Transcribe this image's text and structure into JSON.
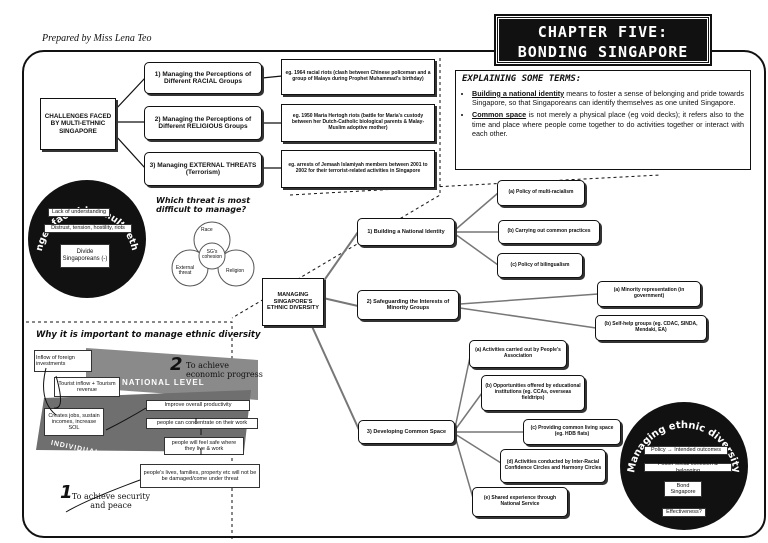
{
  "prepared_by": "Prepared by Miss Lena Teo",
  "title": {
    "line1": "CHAPTER FIVE:",
    "line2": "BONDING SINGAPORE"
  },
  "challenges": {
    "center": "CHALLENGES FACED BY MULTI-ETHNIC SINGAPORE",
    "items": [
      {
        "label": "1) Managing the Perceptions of Different RACIAL Groups",
        "example": "eg. 1964 racial riots (clash between Chinese policeman and a group of Malays during Prophet Muhammad's birthday)"
      },
      {
        "label": "2) Managing the Perceptions of Different RELIGIOUS Groups",
        "example": "eg. 1950 Maria Hertogh riots (battle for Maria's custody between her Dutch-Catholic biological parents & Malay-Muslim adoptive mother)"
      },
      {
        "label": "3) Managing EXTERNAL THREATS (Terrorism)",
        "example": "eg. arrests of Jemaah Islamiyah members between 2001 to 2002 for their terrorist-related activities in Singapore"
      }
    ]
  },
  "terms": {
    "heading": "EXPLAINING SOME TERMS:",
    "items": [
      {
        "term": "Building a national identity",
        "text": " means to foster a sense of belonging and pride towards Singapore, so that Singaporeans can identify themselves as one united Singapore."
      },
      {
        "term": "Common space",
        "text": " is not merely a physical place (eg void decks); it refers also to the time and place where people come together to do activities together or interact with each other."
      }
    ]
  },
  "challenges_circle": {
    "arc": "Challenges faced by multi-ethnic SG",
    "box1": "Lack of understanding",
    "box2": "Distrust, tension, hostility, riots",
    "box3": "Divide Singaporeans (-)"
  },
  "threat_question": "Which threat is most difficult to manage?",
  "threat_venn": {
    "top": "Race",
    "center": "SG's cohesion",
    "left": "External threat",
    "right": "Religion"
  },
  "managing": {
    "center": "MANAGING SINGAPORE'S ETHNIC DIVERSITY",
    "branches": [
      {
        "label": "1) Building a National Identity",
        "children": [
          "(a) Policy of multi-racialism",
          "(b) Carrying out common practices",
          "(c) Policy of bilingualism"
        ]
      },
      {
        "label": "2) Safeguarding the Interests of Minority Groups",
        "children": [
          "(a) Minority representation (in government)",
          "(b) Self-help groups (eg. CDAC, SINDA, Mendaki, EA)"
        ]
      },
      {
        "label": "3) Developing Common Space",
        "children": [
          "(a) Activities carried out by People's Association",
          "(b) Opportunities offered by educational institutions (eg. CCAs, overseas fieldtrips)",
          "(c) Providing common living space (eg. HDB flats)",
          "(d) Activities conducted by Inter-Racial Confidence Circles and Harmony Circles",
          "(e) Shared experience through National Service"
        ]
      }
    ]
  },
  "why": {
    "heading": "Why it is important to manage ethnic diversity",
    "inflow": "Inflow of foreign investments",
    "tourist": "Tourist inflow + Tourism revenue",
    "national": "NATIONAL LEVEL",
    "jobs": "Creates jobs, sustain incomes, increase SOL",
    "num2": "2",
    "goal2": "To achieve economic progress",
    "productivity": "Improve overall productivity",
    "concentrate": "people can concentrate on their work",
    "feelsafe": "people will feel safe where they live & work",
    "individual": "INDIVIDUAL LEVEL",
    "lives": "people's lives, families, property etc will not be be damaged/come under threat",
    "num1": "1",
    "goal1": "To achieve security and peace"
  },
  "managing_circle": {
    "arc": "Managing ethnic diversity",
    "box1": "Policy → Intended outcomes",
    "box2": "Foster social cohesion & belonging",
    "box3": "Bond Singapore",
    "box4": "Effectiveness?"
  }
}
